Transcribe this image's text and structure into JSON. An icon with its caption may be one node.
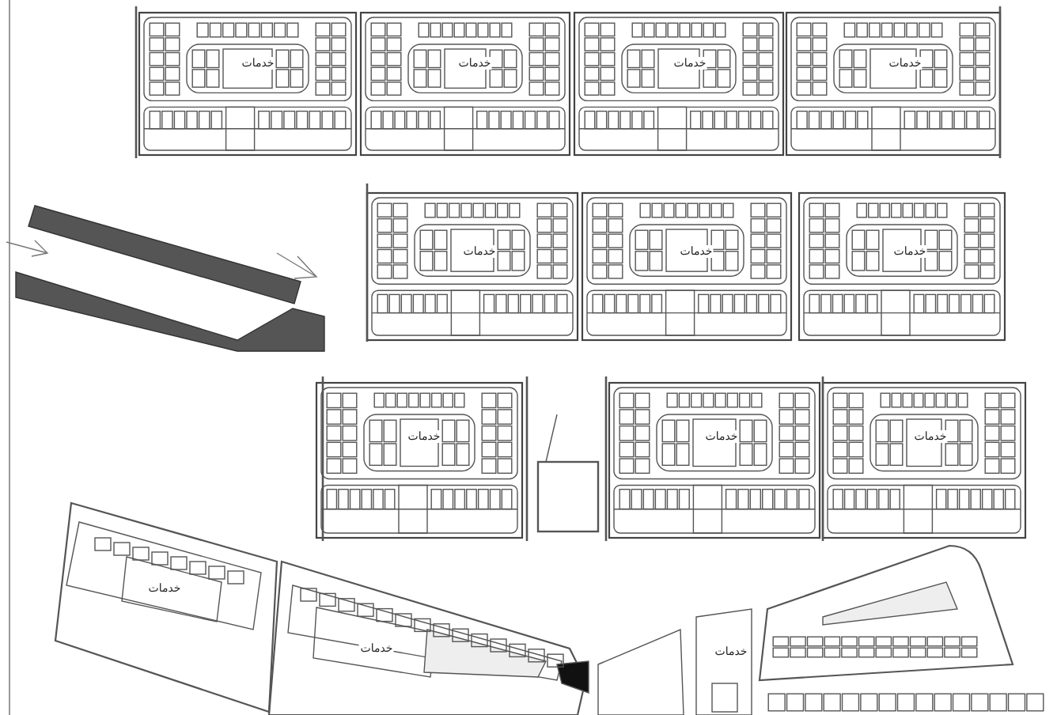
{
  "diagram": {
    "labels": [
      "خدمات",
      "خدمات",
      "خدمات",
      "خدمات",
      "خدمات",
      "خدمات",
      "خدمات",
      "خدمات",
      "خدمات",
      "خدمات",
      "خدمات",
      "خدمات",
      "خدمات"
    ]
  }
}
